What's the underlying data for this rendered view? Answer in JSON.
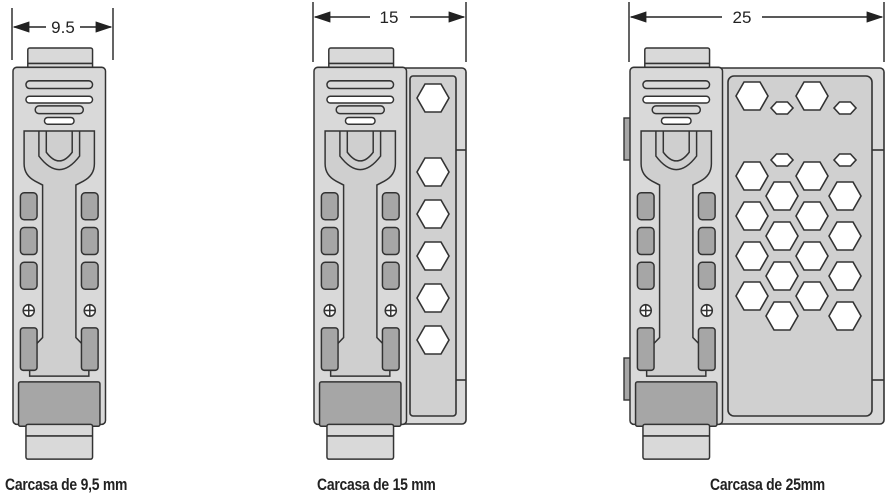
{
  "housings": [
    {
      "dimension_label": "9.5",
      "caption": "Carcasa de 9,5 mm"
    },
    {
      "dimension_label": "15",
      "caption": "Carcasa de 15 mm"
    },
    {
      "dimension_label": "25",
      "caption": "Carcasa de 25mm"
    }
  ],
  "colors": {
    "body_fill": "#d9d9d9",
    "dark_fill": "#a6a6a6",
    "stroke": "#333333"
  }
}
